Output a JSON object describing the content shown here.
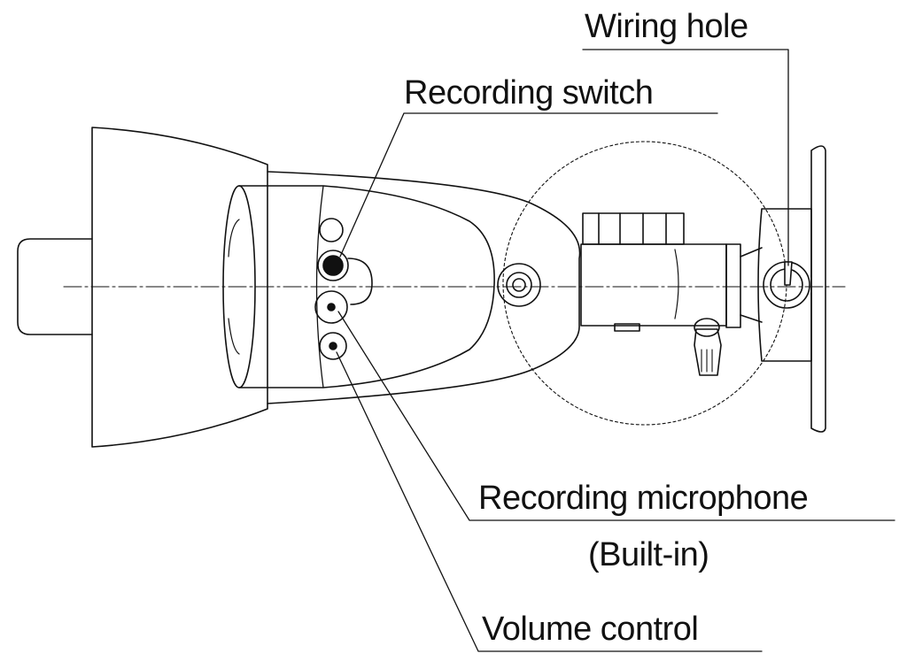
{
  "labels": {
    "wiring_hole": "Wiring hole",
    "recording_switch": "Recording switch",
    "recording_microphone": "Recording microphone",
    "built_in": "(Built-in)",
    "volume_control": "Volume control"
  }
}
